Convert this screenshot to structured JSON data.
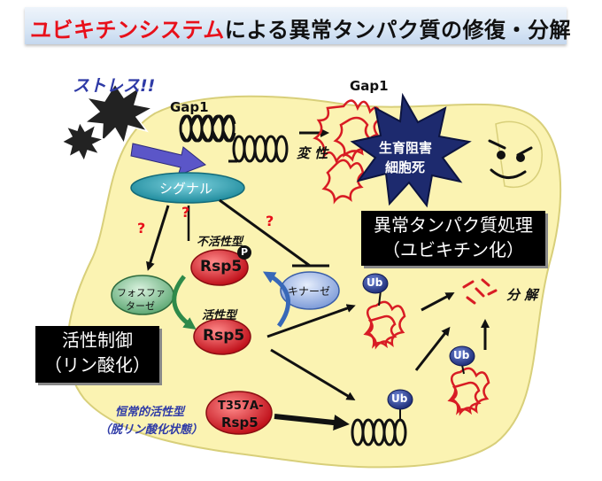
{
  "title": {
    "part1": "ユビキチンシステム",
    "part2": "による異常タンパク質の修復・分解"
  },
  "labels": {
    "stress": "ストレス!!",
    "gap1_left": "Gap1",
    "gap1_right": "Gap1",
    "denature": "変 性",
    "growth_inhibition_line1": "生育阻害",
    "growth_inhibition_line2": "細胞死",
    "signal": "シグナル",
    "question": "?",
    "inactive_form": "不活性型",
    "active_form": "活性型",
    "rsp5": "Rsp5",
    "phospho": "P",
    "phosphatase_line1": "フォスファ",
    "phosphatase_line2": "ターゼ",
    "kinase": "キナーゼ",
    "abnormal_line1": "異常タンパク質処理",
    "abnormal_line2": "（ユビキチン化）",
    "activity_line1": "活性制御",
    "activity_line2": "（リン酸化）",
    "constitutive_line1": "恒常的活性型",
    "constitutive_line2": "（脱リン酸化状態）",
    "mutant_line1": "T357A-",
    "mutant_line2": "Rsp5",
    "ub": "Ub",
    "degradation": "分 解"
  },
  "colors": {
    "cell_fill": "#fbf3b2",
    "red_accent": "#e8101a",
    "signal_fill": "#3aa8b8",
    "rsp5_red": "#d81c24",
    "ub_blue": "#2c3e8c",
    "star_navy": "#1d2a6e",
    "green": "#2e8a4a",
    "blue_arrow": "#3868b8"
  }
}
